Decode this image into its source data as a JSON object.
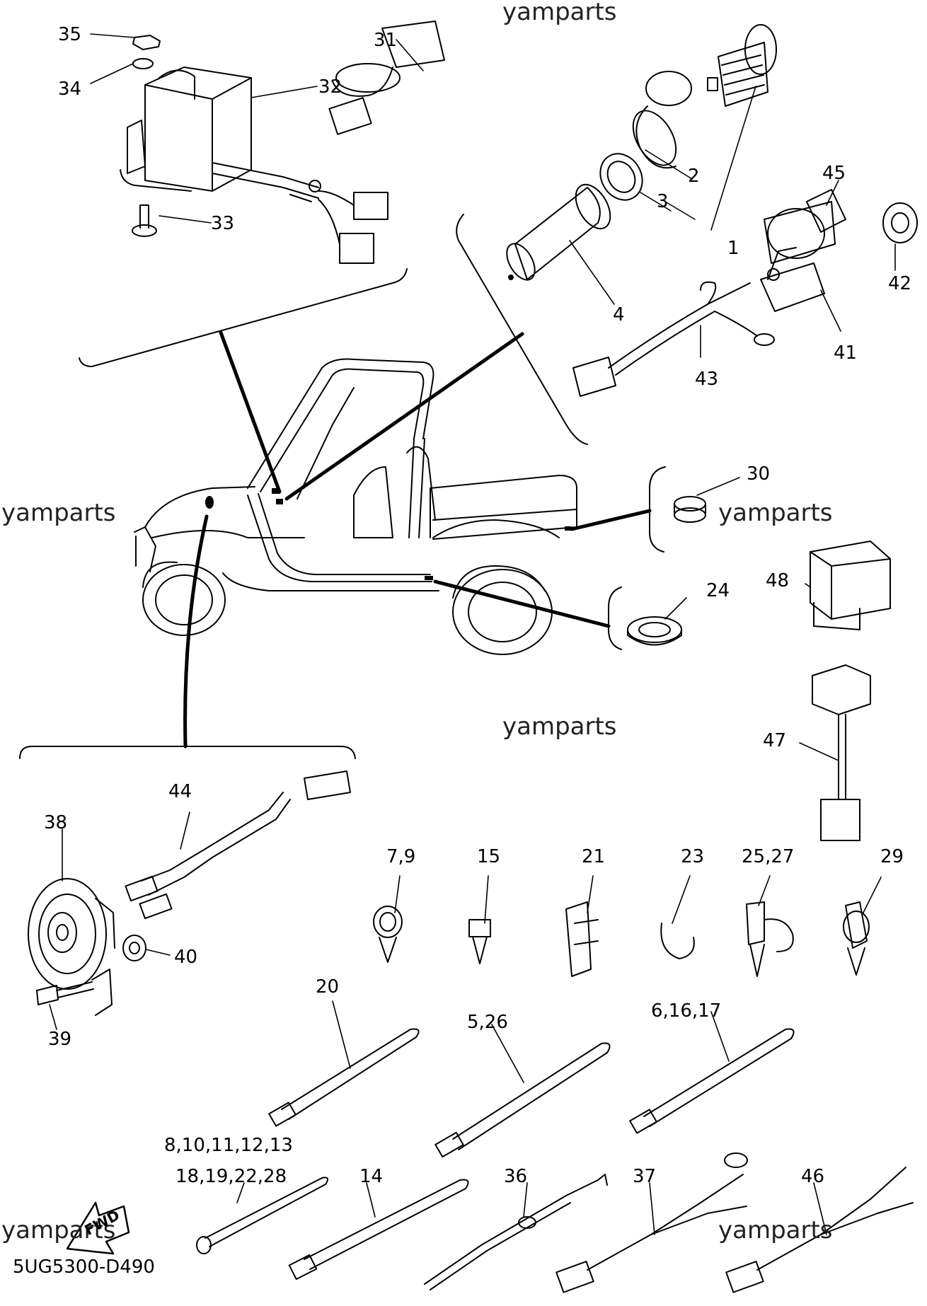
{
  "diagram_code": "5UG5300-D490",
  "fwd_arrow_label": "FWD",
  "watermark": "yamparts",
  "callouts": {
    "c1": "1",
    "c2": "2",
    "c3": "3",
    "c4": "4",
    "c5_26": "5,26",
    "c6_16_17": "6,16,17",
    "c7_9": "7,9",
    "c8_to_13": "8,10,11,12,13",
    "c14": "14",
    "c15": "15",
    "c18_to_28": "18,19,22,28",
    "c20": "20",
    "c21": "21",
    "c23": "23",
    "c24": "24",
    "c25_27": "25,27",
    "c29": "29",
    "c30": "30",
    "c31": "31",
    "c32": "32",
    "c33": "33",
    "c34": "34",
    "c35": "35",
    "c36": "36",
    "c37": "37",
    "c38": "38",
    "c39": "39",
    "c40": "40",
    "c41": "41",
    "c42": "42",
    "c43": "43",
    "c44": "44",
    "c45": "45",
    "c46": "46",
    "c47": "47",
    "c48": "48"
  }
}
